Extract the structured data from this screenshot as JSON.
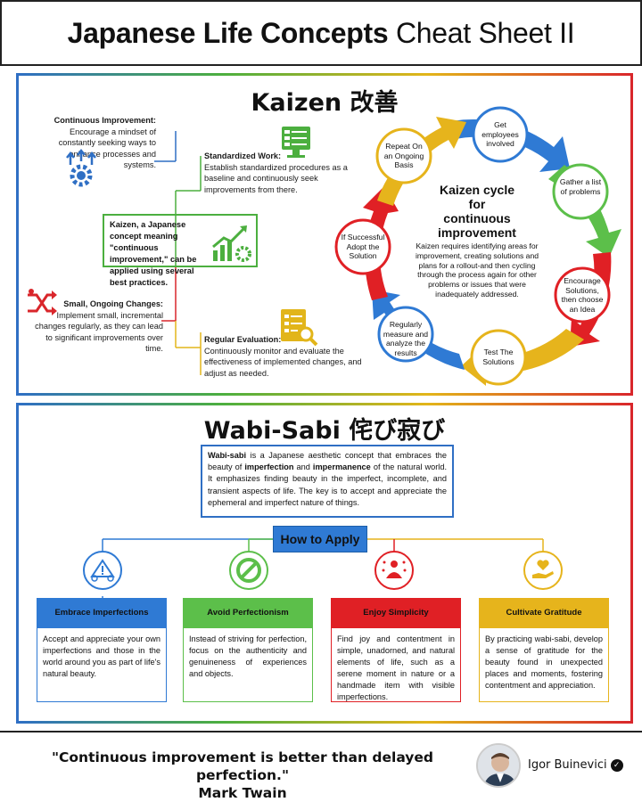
{
  "header": {
    "title_bold": "Japanese Life Concepts",
    "title_rest": " Cheat Sheet II"
  },
  "kaizen": {
    "title": "Kaizen 改善",
    "continuous": {
      "heading": "Continuous Improvement:",
      "text": "Encourage a mindset of constantly seeking ways to enhance processes and systems."
    },
    "standardized": {
      "heading": "Standardized Work:",
      "text": "Establish standardized procedures as a baseline and continuously seek improvements from there."
    },
    "center_text": "Kaizen, a Japanese concept meaning \"continuous improvement,\" can be applied using several best practices.",
    "small_changes": {
      "heading": "Small, Ongoing Changes:",
      "text": "Implement small, incremental changes regularly, as they can lead to significant improvements over time."
    },
    "regular_eval": {
      "heading": "Regular Evaluation:",
      "text": "Continuously monitor and evaluate the effectiveness of implemented changes, and adjust as needed."
    },
    "cycle": {
      "title": "Kaizen cycle for continuous improvement",
      "description": "Kaizen requires identifying areas for improvement, creating solutions and plans for a rollout-and then cycling through the process again for other problems or issues that were inadequately addressed.",
      "steps": [
        "Get employees involved",
        "Gather a list of problems",
        "Encourage Solutions, then choose an Idea",
        "Test The Solutions",
        "Regularly measure and analyze the results",
        "If Successful Adopt the Solution",
        "Repeat On an Ongoing Basis"
      ]
    }
  },
  "wabi": {
    "title": "Wabi-Sabi 侘び寂び",
    "intro": {
      "t1": "Wabi-sabi",
      "t2": " is a Japanese aesthetic concept that embraces the beauty of ",
      "t3": "imperfection",
      "t4": " and ",
      "t5": "impermanence",
      "t6": " of the natural world. It emphasizes finding beauty in the imperfect, incomplete, and transient aspects of life. The key is to accept and appreciate the ephemeral and imperfect nature of things."
    },
    "how_to_apply": "How to Apply",
    "cards": [
      {
        "title": "Embrace Imperfections",
        "text": "Accept and appreciate your own imperfections and those in the world around you as part of life's natural beauty.",
        "color": "#2f7ad4",
        "icon": "triangle-gears-icon"
      },
      {
        "title": "Avoid Perfectionism",
        "text": "Instead of striving for perfection, focus on the authenticity and genuineness of experiences and objects.",
        "color": "#5cbf4a",
        "icon": "prohibited-icon"
      },
      {
        "title": "Enjoy Simplicity",
        "text": "Find joy and contentment in simple, unadorned, and natural elements of life, such as a serene moment in nature or a handmade item with visible imperfections.",
        "color": "#e02025",
        "icon": "meditation-icon"
      },
      {
        "title": "Cultivate Gratitude",
        "text": "By practicing wabi-sabi, develop a sense of gratitude for the beauty found in unexpected places and moments, fostering contentment and appreciation.",
        "color": "#e6b41c",
        "icon": "heart-hand-icon"
      }
    ]
  },
  "footer": {
    "quote": "\"Continuous improvement is better than delayed perfection.\"",
    "quote_author": "Mark Twain",
    "author_name": "Igor Buinevici",
    "verified_mark": "✓"
  }
}
